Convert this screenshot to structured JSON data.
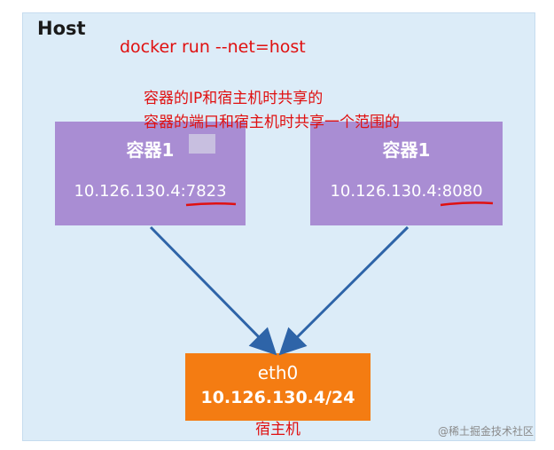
{
  "host": {
    "label": "Host"
  },
  "annotations": {
    "command": "docker run --net=host",
    "note_ip": "容器的IP和宿主机时共享的",
    "note_ports": "容器的端口和宿主机时共享一个范围的",
    "host_caption": "宿主机"
  },
  "containers": [
    {
      "title": "容器1",
      "ip": "10.126.130.4:7823",
      "underline": "7823"
    },
    {
      "title": "容器1",
      "ip": "10.126.130.4:8080",
      "underline": "8080"
    }
  ],
  "eth0": {
    "name": "eth0",
    "ip": "10.126.130.4/24"
  },
  "watermark": "@稀土掘金技术社区",
  "colors": {
    "host_bg": "#dcecf8",
    "container_bg": "#a98dd3",
    "eth0_bg": "#f47c12",
    "annotation": "#e01010",
    "arrow": "#2e64a8"
  }
}
